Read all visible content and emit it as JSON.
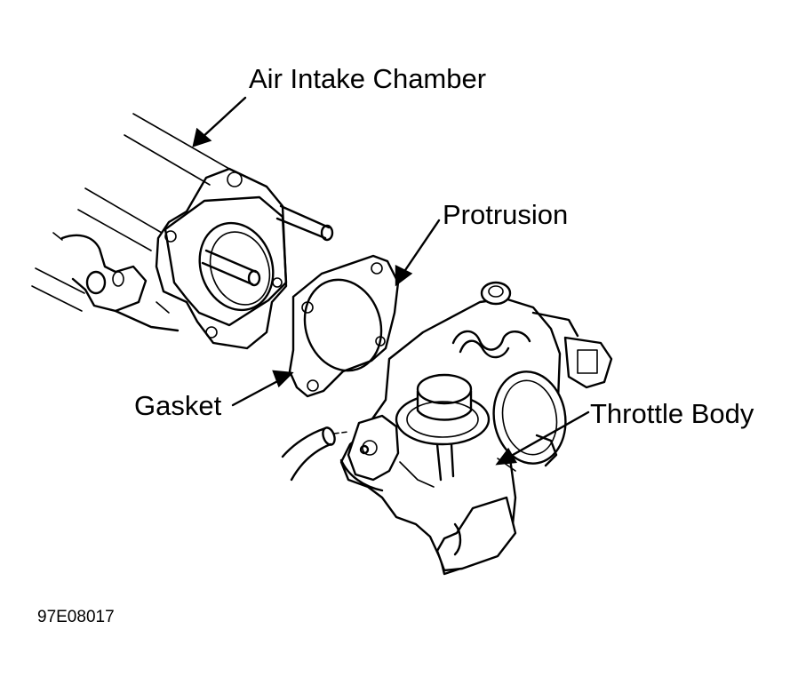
{
  "labels": {
    "air_intake_chamber": "Air Intake Chamber",
    "protrusion": "Protrusion",
    "gasket": "Gasket",
    "throttle_body": "Throttle Body"
  },
  "figure_id": "97E08017"
}
